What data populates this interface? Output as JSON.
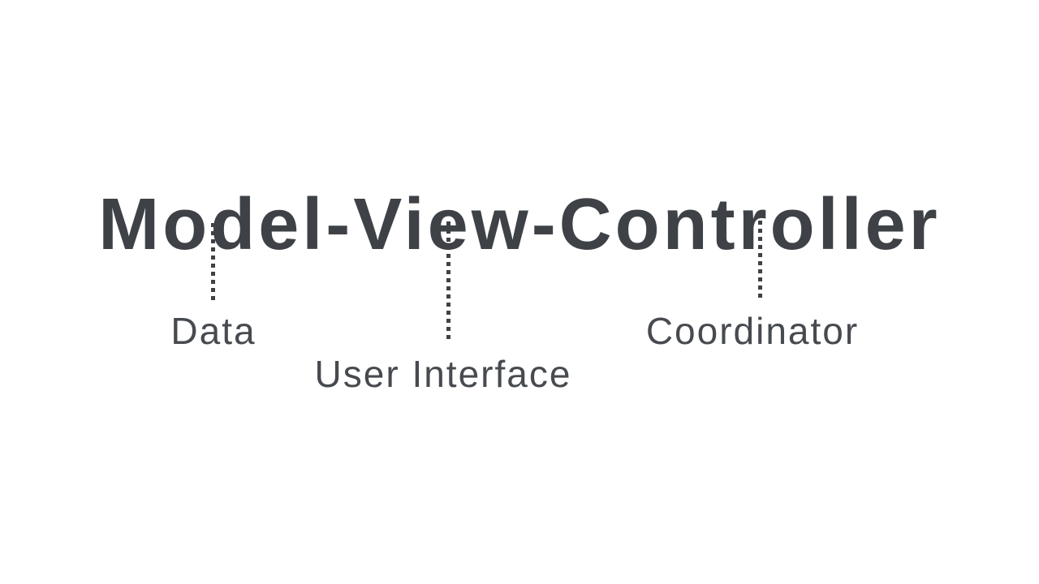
{
  "colors": {
    "background": "#ffffff",
    "title_text": "#3e4247",
    "label_text": "#474b50",
    "connector": "#3e4247"
  },
  "slide": {
    "title": "Model-View-Controller"
  },
  "annotations": [
    {
      "component": "Model",
      "label": "Data"
    },
    {
      "component": "View",
      "label": "User Interface"
    },
    {
      "component": "Controller",
      "label": "Coordinator"
    }
  ]
}
